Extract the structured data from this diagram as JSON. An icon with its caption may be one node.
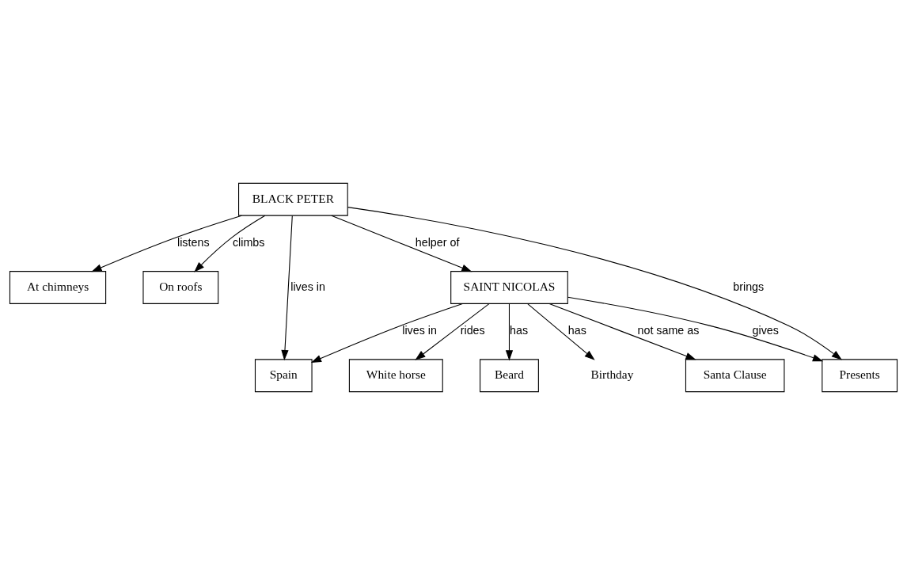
{
  "diagram": {
    "nodes": [
      {
        "text": [
          "White horse"
        ]
      },
      {
        "text": [
          "Beard"
        ]
      },
      {
        "text": [
          "At chimneys"
        ]
      },
      {
        "text": [
          "On roofs"
        ]
      },
      {
        "text": [
          "Birthday"
        ]
      },
      {
        "text": [
          "Spain"
        ]
      },
      {
        "text": [
          "SAINT NICOLAS"
        ]
      },
      {
        "text": [
          "BLACK PETER"
        ]
      },
      {
        "text": [
          "Santa Clause"
        ]
      },
      {
        "text": [
          "Presents"
        ]
      }
    ],
    "edges": [
      {
        "from": 6,
        "to": 4,
        "arrow": "to",
        "label": "has"
      },
      {
        "from": 6,
        "to": 0,
        "arrow": "to",
        "label": "rides"
      },
      {
        "from": 6,
        "to": 1,
        "arrow": "to",
        "label": "has"
      },
      {
        "from": 6,
        "to": 5,
        "arrow": "to",
        "label": "lives in"
      },
      {
        "from": 7,
        "to": 5,
        "arrow": "to",
        "label": "lives in"
      },
      {
        "from": 7,
        "to": 2,
        "arrow": "to",
        "label": "listens"
      },
      {
        "from": 7,
        "to": 3,
        "arrow": "to",
        "label": "climbs"
      },
      {
        "from": 7,
        "to": 6,
        "arrow": "to",
        "label": "helper of"
      },
      {
        "from": 6,
        "to": 8,
        "arrow": "to",
        "label": "not same as"
      },
      {
        "from": 6,
        "to": 9,
        "arrow": "to",
        "label": "gives"
      },
      {
        "from": 7,
        "to": 9,
        "arrow": "to",
        "label": "brings"
      }
    ]
  }
}
